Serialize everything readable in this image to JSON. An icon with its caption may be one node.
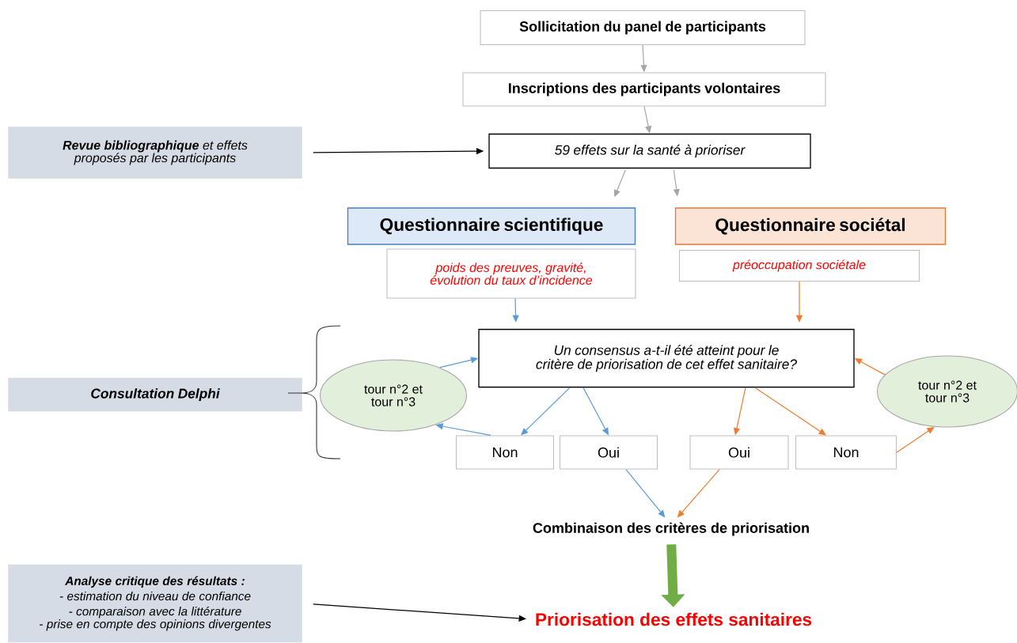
{
  "diagram": {
    "nodes": [
      {
        "text": [
          "Sollicitation du panel de participants"
        ]
      },
      {
        "text": [
          "Inscriptions des participants volontaires"
        ]
      },
      {
        "text": [
          "**Revue bibliographique** et effets proposés par les participants"
        ]
      },
      {
        "text": [
          "59 effets sur la santé à prioriser"
        ]
      },
      {
        "text": [
          "Questionnaire scientifique"
        ]
      },
      {
        "text": [
          "poids des preuves, gravité, évolution du taux d’incidence"
        ]
      },
      {
        "text": [
          "Questionnaire sociétal"
        ]
      },
      {
        "text": [
          "préoccupation sociétale"
        ]
      },
      {
        "text": [
          "Consultation Delphi"
        ]
      },
      {
        "text": [
          "Un consensus a-t-il été atteint pour le critère de priorisation de cet effet sanitaire?"
        ]
      },
      {
        "text": [
          "tour n°2 et tour n°3"
        ]
      },
      {
        "text": [
          "tour n°2 et tour n°3"
        ]
      },
      {
        "text": [
          "Non"
        ]
      },
      {
        "text": [
          "Oui"
        ]
      },
      {
        "text": [
          "Oui"
        ]
      },
      {
        "text": [
          "Non"
        ]
      },
      {
        "text": [
          "Combinaison des critères de priorisation"
        ]
      },
      {
        "text": [
          "Analyse critique des résultats :",
          "- estimation du niveau de confiance",
          "- comparaison avec la littérature",
          "- prise en compte des opinions divergentes"
        ]
      },
      {
        "text": [
          "Priorisation des effets sanitaires"
        ]
      }
    ],
    "edges": [
      {
        "from": 0,
        "to": 1,
        "arrow": "to",
        "color": "#a6a6a6"
      },
      {
        "from": 1,
        "to": 3,
        "arrow": "to",
        "color": "#a6a6a6"
      },
      {
        "from": 2,
        "to": 3,
        "arrow": "to",
        "color": "#000000"
      },
      {
        "from": 3,
        "to": 4,
        "arrow": "to",
        "color": "#a6a6a6"
      },
      {
        "from": 3,
        "to": 6,
        "arrow": "to",
        "color": "#a6a6a6"
      },
      {
        "from": 5,
        "to": 9,
        "arrow": "to",
        "color": "#5b9bd5"
      },
      {
        "from": 7,
        "to": 9,
        "arrow": "to",
        "color": "#ed7d31"
      },
      {
        "from": 10,
        "to": 9,
        "arrow": "to",
        "color": "#5b9bd5"
      },
      {
        "from": 12,
        "to": 10,
        "arrow": "to",
        "color": "#5b9bd5"
      },
      {
        "from": 9,
        "to": 12,
        "arrow": "to",
        "color": "#5b9bd5"
      },
      {
        "from": 9,
        "to": 13,
        "arrow": "to",
        "color": "#5b9bd5"
      },
      {
        "from": 9,
        "to": 14,
        "arrow": "to",
        "color": "#ed7d31"
      },
      {
        "from": 9,
        "to": 15,
        "arrow": "to",
        "color": "#ed7d31"
      },
      {
        "from": 15,
        "to": 11,
        "arrow": "to",
        "color": "#ed7d31"
      },
      {
        "from": 11,
        "to": 9,
        "arrow": "to",
        "color": "#ed7d31"
      },
      {
        "from": 13,
        "to": 16,
        "arrow": "to",
        "color": "#5b9bd5"
      },
      {
        "from": 14,
        "to": 16,
        "arrow": "to",
        "color": "#ed7d31"
      },
      {
        "from": 16,
        "to": 18,
        "arrow": "to",
        "style": "thick",
        "color": "#70ad47"
      },
      {
        "from": 17,
        "to": 18,
        "arrow": "to",
        "color": "#000000"
      }
    ]
  }
}
